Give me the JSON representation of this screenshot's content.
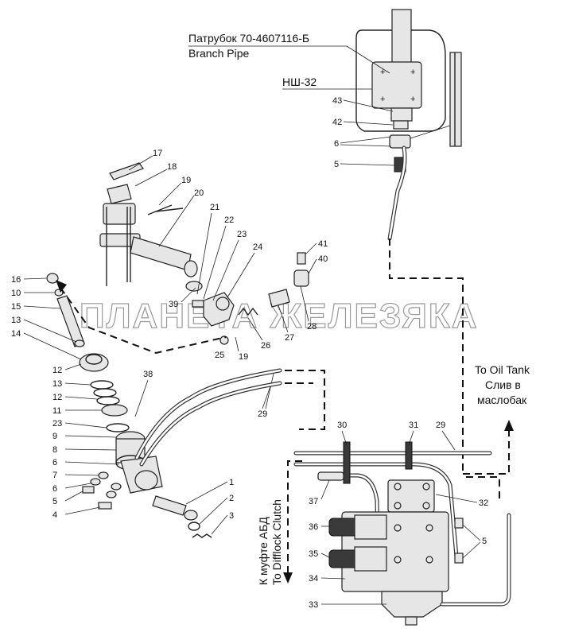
{
  "captions": {
    "branch_pipe_ru": "Патрубок 70-4607116-Б",
    "branch_pipe_en": "Branch Pipe",
    "pump": "НШ-32",
    "oil_tank_en": "To Oil Tank",
    "oil_tank_ru_1": "Слив в",
    "oil_tank_ru_2": "маслобак",
    "difflock_ru": "К муфте АБД",
    "difflock_en": "To Difflock Clutch"
  },
  "watermark": "ПЛАНЕТА ЖЕЛЕЗЯКА",
  "callouts": {
    "c43": "43",
    "c42": "42",
    "c6a": "6",
    "c5a": "5",
    "c17": "17",
    "c18": "18",
    "c19a": "19",
    "c20": "20",
    "c21": "21",
    "c22": "22",
    "c23a": "23",
    "c24": "24",
    "c41": "41",
    "c40": "40",
    "c16": "16",
    "c10": "10",
    "c15": "15",
    "c13a": "13",
    "c14": "14",
    "c39": "39",
    "c26": "26",
    "c27": "27",
    "c28": "28",
    "c25": "25",
    "c19b": "19",
    "c12a": "12",
    "c13b": "13",
    "c12b": "12",
    "c11": "11",
    "c23b": "23",
    "c9": "9",
    "c8": "8",
    "c6b": "6",
    "c7": "7",
    "c6c": "6",
    "c5b": "5",
    "c4": "4",
    "c38": "38",
    "c29a": "29",
    "c1": "1",
    "c2": "2",
    "c3": "3",
    "c30": "30",
    "c31": "31",
    "c29b": "29",
    "c32": "32",
    "c37": "37",
    "c36": "36",
    "c35": "35",
    "c34": "34",
    "c33": "33",
    "c5c": "5"
  }
}
